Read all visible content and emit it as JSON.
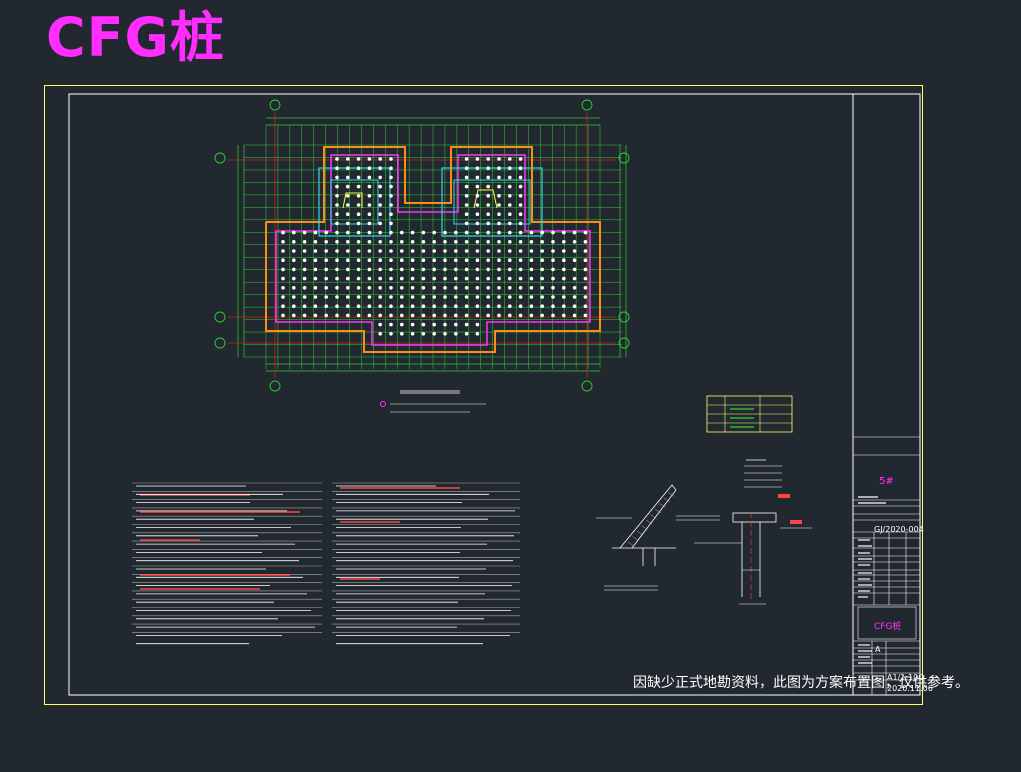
{
  "page_title": "CFG桩",
  "disclaimer": "因缺少正式地勘资料，此图为方案布置图，仅供参考。",
  "title_block": {
    "building": "5#",
    "drawing_no": "GJ/2020-004",
    "drawing_name": "CFG桩",
    "version": "A",
    "scale": "A1/1:100",
    "date": "2020.11.06"
  },
  "colors": {
    "background": "#212830",
    "title": "#ff2eff",
    "frame": "#ffff66",
    "grid": "#2fd02f",
    "axis": "#cc2222",
    "pile": "#ffffff",
    "outline_orange": "#ff8c1a",
    "outline_magenta": "#ff33ff",
    "outline_cyan": "#33d6e6"
  }
}
